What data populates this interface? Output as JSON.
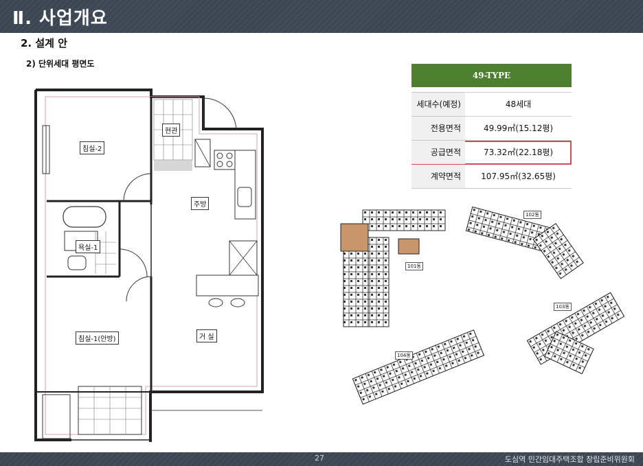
{
  "header": {
    "title": "Ⅱ. 사업개요"
  },
  "section": {
    "title": "2. 설계 안",
    "subtitle": "2) 단위세대 평면도"
  },
  "floorplan": {
    "rooms": {
      "bedroom2": "침실-2",
      "entrance": "현관",
      "kitchen": "주방",
      "bathroom": "욕실-1",
      "bedroom1": "침실-1(안방)",
      "living": "거 실"
    }
  },
  "type_table": {
    "title": "49-TYPE",
    "rows": [
      {
        "label": "세대수(예정)",
        "value": "48세대"
      },
      {
        "label": "전용면적",
        "value": "49.99㎡(15.12평)"
      },
      {
        "label": "공급면적",
        "value": "73.32㎡(22.18평)",
        "highlight": true
      },
      {
        "label": "계약면적",
        "value": "107.95㎡(32.65평)"
      }
    ]
  },
  "site_plan": {
    "buildings": [
      "101동",
      "102동",
      "103동",
      "104동"
    ]
  },
  "footer": {
    "page": "27",
    "org": "도심역 민간임대주택조합 창립준비위원회"
  },
  "colors": {
    "header_bg": "#3c4552",
    "table_header": "#4d7f2e",
    "highlight": "#d04b56",
    "highlight_units": "#c9956a"
  }
}
